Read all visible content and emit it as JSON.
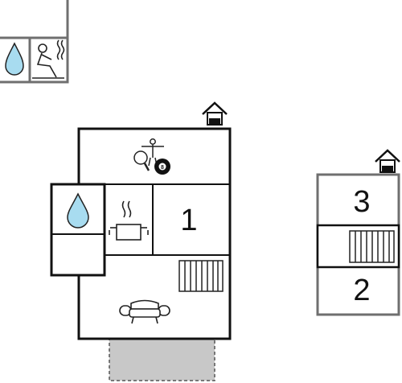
{
  "annex": {
    "icons": [
      "water-drop-icon",
      "sauna-icon"
    ]
  },
  "main_building": {
    "house_icon": "house-icon",
    "rooms": [
      {
        "id": "games",
        "icons": [
          "table-tennis-icon",
          "foosball-icon",
          "billiard-ball-icon"
        ],
        "ball_label": "8"
      },
      {
        "id": "bathroom",
        "icons": [
          "water-drop-icon"
        ]
      },
      {
        "id": "kitchen",
        "icons": [
          "cooking-pot-icon"
        ]
      },
      {
        "id": "bedroom",
        "label": "1"
      },
      {
        "id": "living",
        "icons": [
          "radiator-icon",
          "sofa-icon"
        ]
      },
      {
        "id": "terrace",
        "style": "dashed-grey"
      }
    ]
  },
  "second_building": {
    "house_icon": "house-icon",
    "rooms": [
      {
        "id": "bedroom-3",
        "label": "3"
      },
      {
        "id": "hall",
        "icons": [
          "radiator-icon"
        ]
      },
      {
        "id": "bedroom-2",
        "label": "2"
      }
    ]
  },
  "colors": {
    "main_wall": "#111111",
    "other_wall": "#6f6f6f",
    "water": "#a8dcf0",
    "terrace": "#c8c8c8"
  }
}
